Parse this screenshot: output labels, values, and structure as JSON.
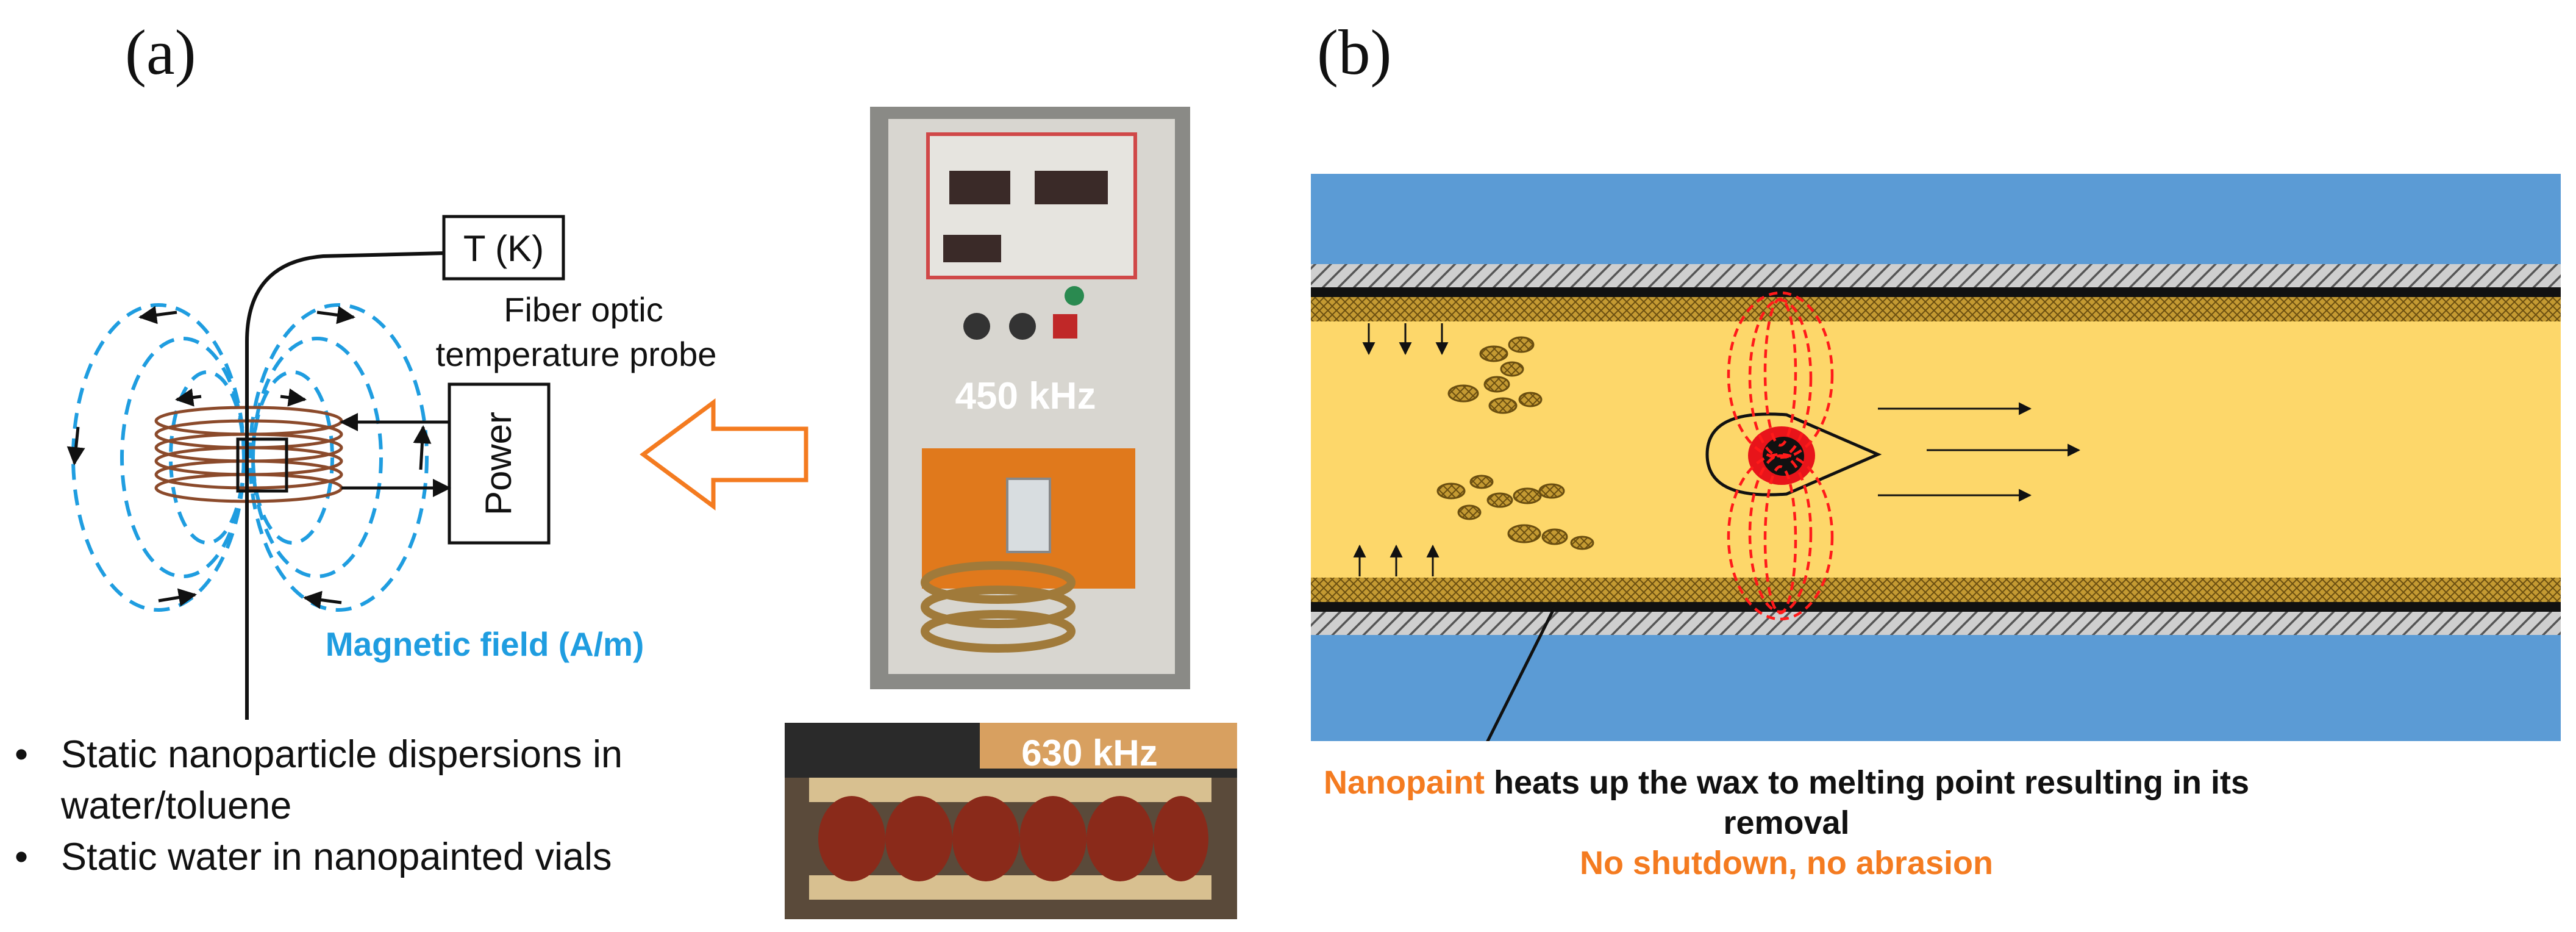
{
  "panel_a": {
    "label": "(a)",
    "temp_box": "T (K)",
    "probe_label_line1": "Fiber optic",
    "probe_label_line2": "temperature  probe",
    "power_box": "Power",
    "field_label": "Magnetic field (A/m)",
    "photo_top_freq": "450 kHz",
    "photo_bottom_freq": "630 kHz",
    "bullets": [
      "Static nanoparticle dispersions in water/toluene",
      "Static water in nanopainted vials"
    ],
    "colors": {
      "field_lines": "#1f9de0",
      "coil": "#8b4a2b",
      "arrow": "#f47b20"
    }
  },
  "panel_b": {
    "label": "(b)",
    "caption_highlight": "Nanopaint",
    "caption_rest": " heats up the wax to melting point resulting in its removal",
    "caption_line2": "No shutdown, no abrasion",
    "colors": {
      "outer": "#5b9bd5",
      "oil": "#fdd76a",
      "wax": "#b8912f",
      "field": "#ff1a1a",
      "highlight": "#f47b20"
    }
  }
}
